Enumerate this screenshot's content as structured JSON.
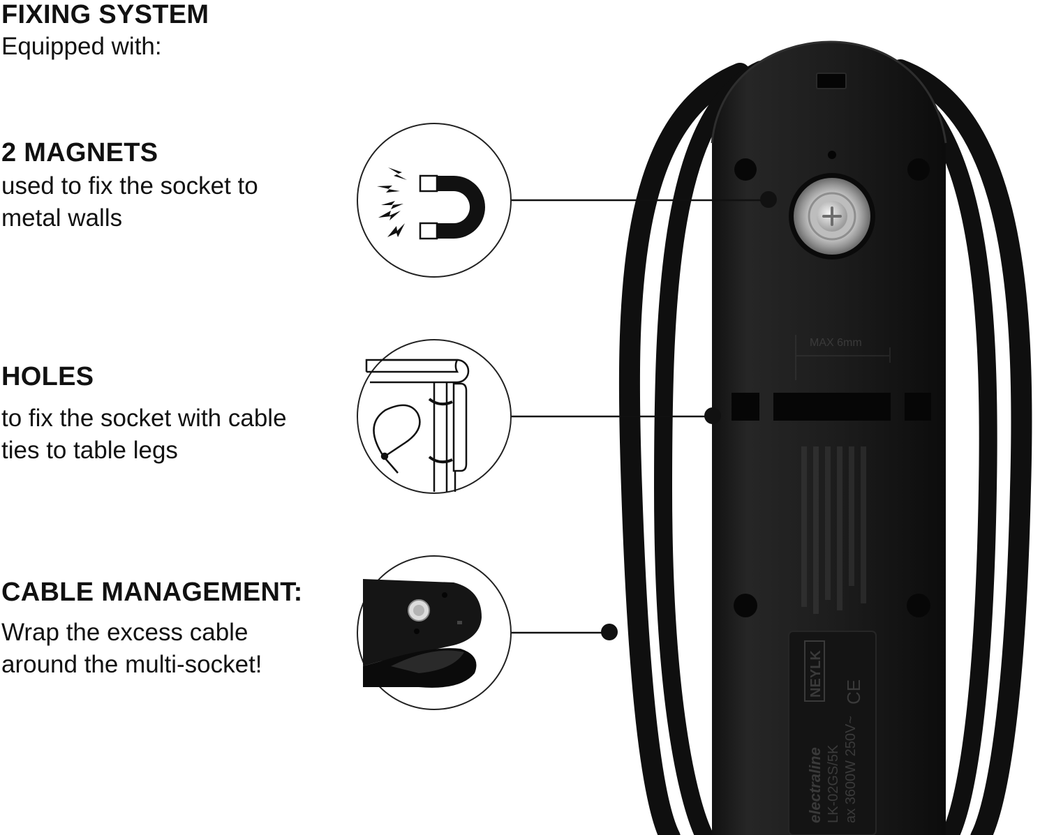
{
  "fixing": {
    "heading": "FIXING SYSTEM",
    "subheading": "Equipped with:"
  },
  "magnets": {
    "heading": "2 MAGNETS",
    "line1": "used to fix the socket to",
    "line2": "metal walls"
  },
  "holes": {
    "heading": "HOLES",
    "line1": "to fix the socket with cable",
    "line2": "ties to table legs"
  },
  "cable": {
    "heading": "CABLE MANAGEMENT:",
    "line1": "Wrap the excess cable",
    "line2": "around the multi-socket!"
  },
  "product_label": {
    "brand": "NEYLK",
    "line_name": "electraline",
    "model": "LK-02GS/5K",
    "rating": "ax 3600W  250V~",
    "marks": "CE",
    "spacing": "MAX 6mm"
  },
  "colors": {
    "text": "#111111",
    "product": "#1a1a1a",
    "line": "#111111",
    "circle": "#222222"
  },
  "icons": [
    "magnet-icon",
    "table-leg-cable-tie-icon",
    "cable-wrap-icon",
    "lightning-icon"
  ]
}
